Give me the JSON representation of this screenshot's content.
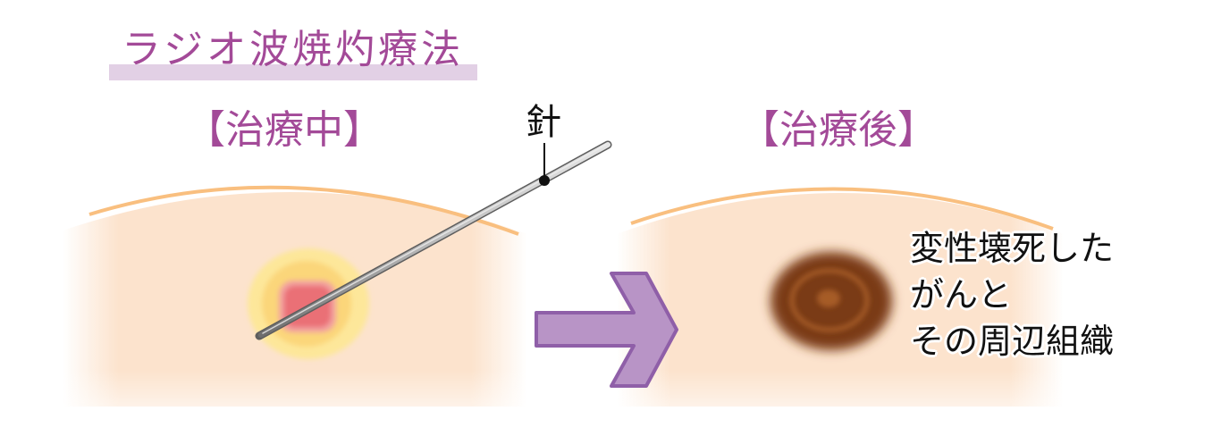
{
  "title": "ラジオ波焼灼療法",
  "panels": {
    "during": {
      "label": "【治療中】"
    },
    "after": {
      "label": "【治療後】"
    }
  },
  "needle": {
    "label": "針"
  },
  "annotation": {
    "lines": [
      "変性壊死した",
      "がんと",
      "その周辺組織"
    ]
  },
  "colors": {
    "title": "#a34a98",
    "title_underline": "#e2d0e5",
    "skin_fill": "#fce3cd",
    "skin_edge": "#f9bf7f",
    "heat_outer": "#fde79a",
    "heat_mid": "#fbd67a",
    "tumor_pink": "#f2a3a0",
    "tumor_core": "#ea7076",
    "arrow_fill": "#b894c6",
    "arrow_stroke": "#8f5fa8",
    "necrosis_dark": "#7a3b13",
    "necrosis_ring": "#a65b28",
    "needle_gray": "#9a9a9a"
  }
}
